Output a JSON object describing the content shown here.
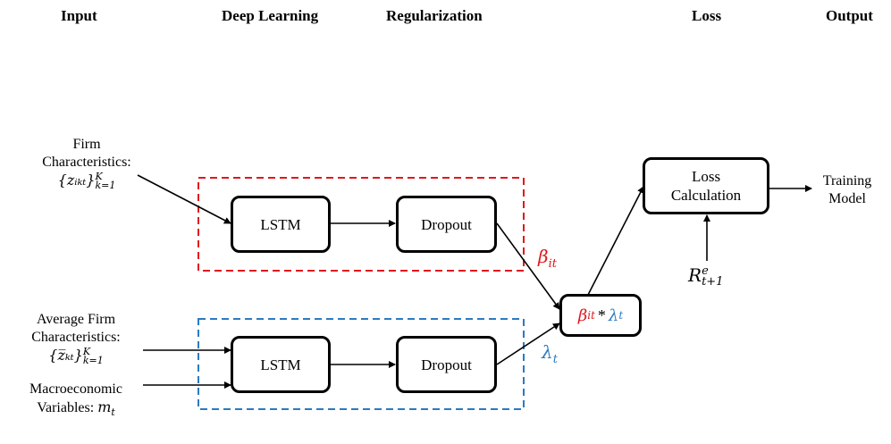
{
  "headers": {
    "input": "Input",
    "deep_learning": "Deep Learning",
    "regularization": "Regularization",
    "loss": "Loss",
    "output": "Output"
  },
  "inputs": {
    "firm_line1": "Firm",
    "firm_line2": "Characteristics:",
    "firm_math": "{zᵢₖₜ}",
    "firm_sup": "K",
    "firm_sub": "k=1",
    "avg_line1": "Average Firm",
    "avg_line2": "Characteristics:",
    "avg_math": "{z̅ₖₜ}",
    "avg_sup": "K",
    "avg_sub": "k=1",
    "macro_line1": "Macroeconomic",
    "macro_line2_text": "Variables: ",
    "macro_var": "m",
    "macro_sub": "t"
  },
  "boxes": {
    "lstm_top": "LSTM",
    "dropout_top": "Dropout",
    "lstm_bottom": "LSTM",
    "dropout_bottom": "Dropout",
    "loss_line1": "Loss",
    "loss_line2": "Calculation",
    "product_beta": "β",
    "product_beta_sub": "it",
    "product_op": "*",
    "product_lambda": "λ",
    "product_lambda_sub": "t"
  },
  "labels": {
    "beta": "β",
    "beta_sub": "it",
    "lambda": "λ",
    "lambda_sub": "t",
    "return_var": "R",
    "return_sup": "e",
    "return_sub": "t+1"
  },
  "output": {
    "line1": "Training",
    "line2": "Model"
  },
  "colors": {
    "beta": "#e0171c",
    "lambda": "#2b7ac3",
    "red_frame": "#e0171c",
    "blue_frame": "#2b7ac3"
  }
}
